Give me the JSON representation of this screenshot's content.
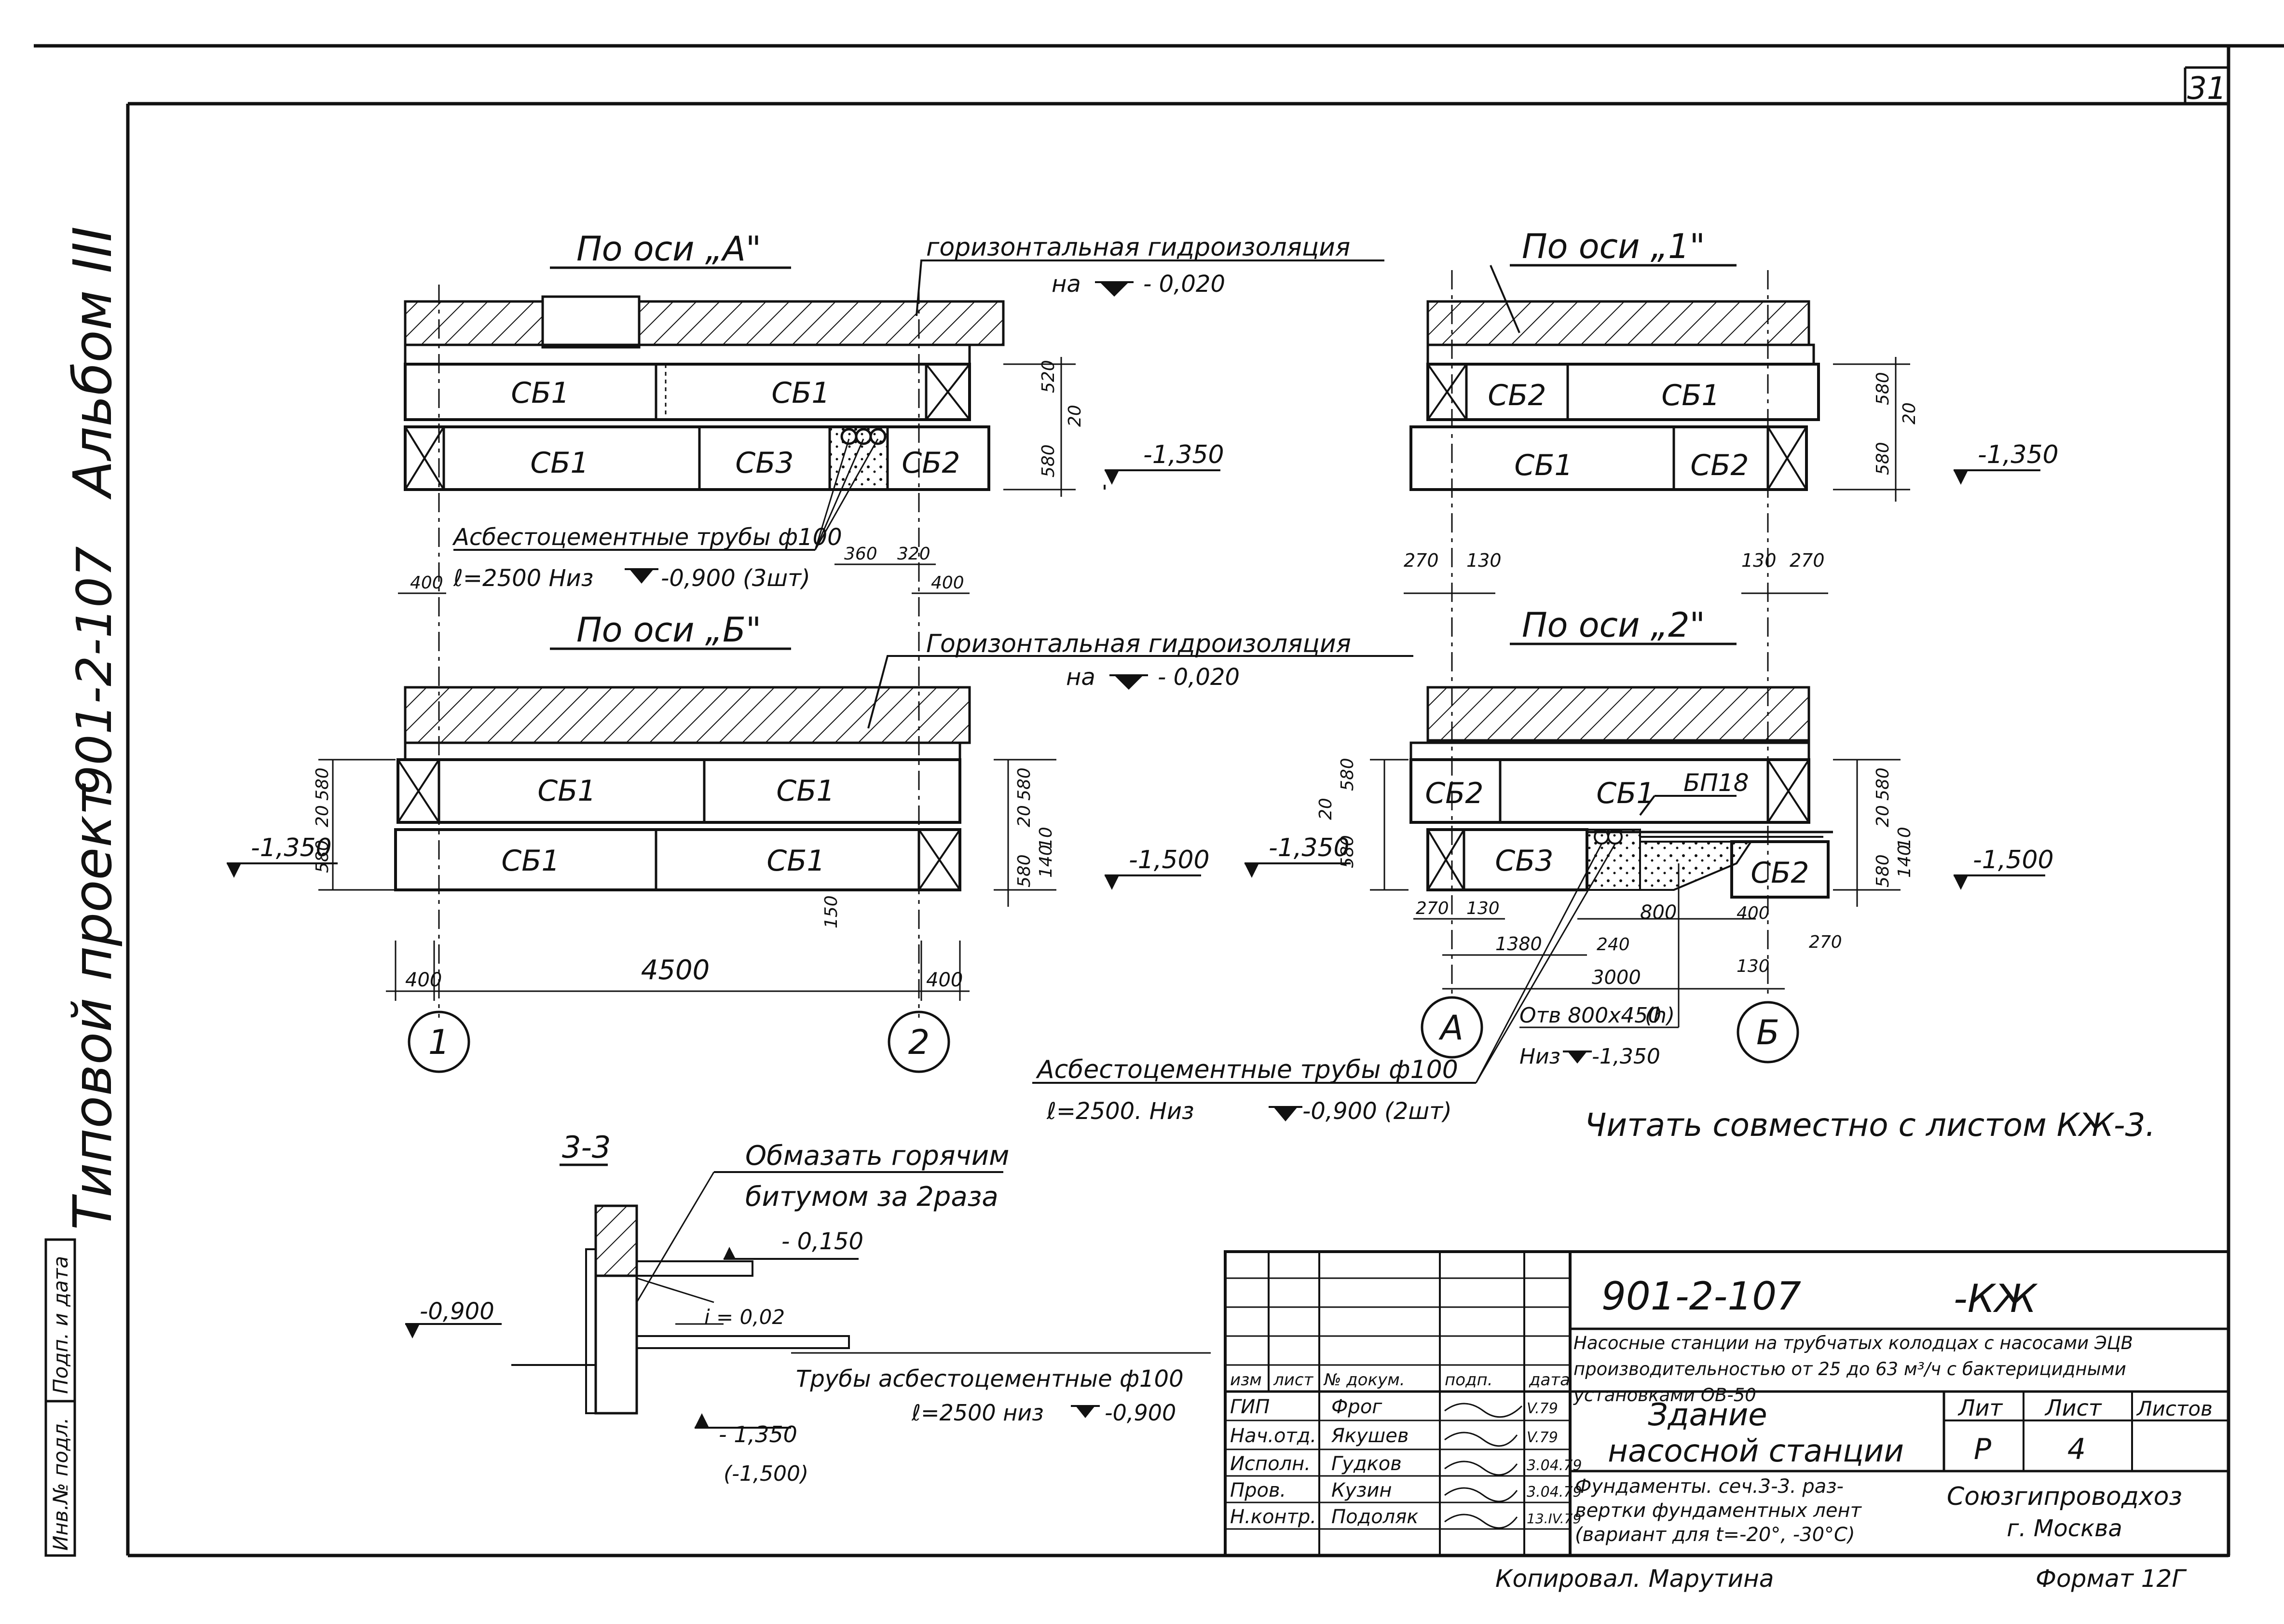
{
  "sheet_number": "31",
  "side_title": {
    "project": "Типовой проект",
    "number": "901-2-107",
    "album": "Альбом III"
  },
  "side_block": {
    "sign_date": "Подп. и дата",
    "inv": "Инв.№ подл."
  },
  "sections": {
    "axis_A": {
      "title": "По оси „А\"",
      "blocks": [
        "СБ1",
        "СБ1",
        "СБ1",
        "СБ3",
        "СБ2"
      ],
      "waterproof": "горизонтальная гидроизоляция",
      "waterproof_level": "на",
      "waterproof_value": "- 0,020",
      "level": "-1,350",
      "pipes_note": "Асбестоцементные трубы ф100",
      "pipes_note2": "ℓ=2500  Низ",
      "pipes_level": "-0,900 (3шт)",
      "dims": [
        "400",
        "360",
        "320",
        "400"
      ],
      "vdims": [
        "520",
        "20",
        "580"
      ]
    },
    "axis_1": {
      "title": "По оси „1\"",
      "blocks": [
        "СБ2",
        "СБ1",
        "СБ1",
        "СБ2"
      ],
      "level": "-1,350",
      "dims": [
        "270",
        "130",
        "130",
        "270"
      ],
      "vdims": [
        "580",
        "20",
        "580"
      ]
    },
    "axis_B": {
      "title": "По оси „Б\"",
      "blocks": [
        "СБ1",
        "СБ1",
        "СБ1",
        "СБ1"
      ],
      "waterproof": "Горизонтальная гидроизоляция",
      "waterproof_level": "на",
      "waterproof_value": "- 0,020",
      "level_left": "-1,350",
      "level_right": "-1,500",
      "dims": [
        "400",
        "4500",
        "400"
      ],
      "vdims_left": [
        "580",
        "20",
        "580"
      ],
      "vdims_right": [
        "580",
        "20",
        "10",
        "140",
        "580"
      ],
      "dim_150": "150"
    },
    "axis_2": {
      "title": "По оси „2\"",
      "blocks": [
        "СБ2",
        "СБ1",
        "БП18",
        "СБ3",
        "СБ2"
      ],
      "level_left": "-1,350",
      "level_right": "-1,500",
      "dims_row1": [
        "270",
        "130",
        "800",
        "400",
        "270"
      ],
      "dims_row2": [
        "1380",
        "240",
        "3000",
        "130"
      ],
      "opening": "Отв 800х450",
      "opening_h": "(h)",
      "opening_level": "Низ",
      "opening_level_val": "-1,350",
      "vdims_left": [
        "580",
        "20",
        "580"
      ],
      "vdims_right": [
        "580",
        "20",
        "10",
        "140",
        "580"
      ]
    }
  },
  "axes": [
    "1",
    "2",
    "А",
    "Б"
  ],
  "pipes_note_2": {
    "line1": "Асбестоцементные трубы ф100",
    "line2": "ℓ=2500. Низ",
    "level": "-0,900 (2шт)"
  },
  "read_note": "Читать совместно с листом КЖ-3.",
  "section_33": {
    "title": "3-3",
    "note1": "Обмазать горячим",
    "note2": "битумом за 2раза",
    "lvl1": "- 0,150",
    "lvl2": "-0,900",
    "slope": "i = 0,02",
    "pipes": "Трубы асбестоцементные ф100",
    "pipes2": "ℓ=2500   низ",
    "pipes_lvl": "-0,900",
    "lvl3": "- 1,350",
    "lvl4": "(-1,500)"
  },
  "title_block": {
    "code": "901-2-107",
    "mark": "-КЖ",
    "desc1": "Насосные станции на трубчатых колодцах с насосами ЭЦВ производительностью от 25 до 63 м³/ч с бактерицидными установками ОВ-50",
    "building1": "Здание",
    "building2": "насосной станции",
    "sheet_desc1": "Фундаменты. сеч.3-3. раз-",
    "sheet_desc2": "вертки фундаментных лент",
    "sheet_desc3": "(вариант для t=-20°, -30°С)",
    "lit_h": "Лит",
    "list_h": "Лист",
    "listov_h": "Листов",
    "lit": "Р",
    "list": "4",
    "org1": "Союзгипроводхоз",
    "org2": "г. Москва",
    "headers": [
      "изм",
      "лист",
      "№ докум.",
      "подп.",
      "дата"
    ],
    "rows": [
      {
        "role": "ГИП",
        "name": "Фрог",
        "date": "V.79"
      },
      {
        "role": "Нач.отд.",
        "name": "Якушев",
        "date": "V.79"
      },
      {
        "role": "Исполн.",
        "name": "Гудков",
        "date": "3.04.79"
      },
      {
        "role": "Пров.",
        "name": "Кузин",
        "date": "3.04.79"
      },
      {
        "role": "Н.контр.",
        "name": "Подоляк",
        "date": "13.IV.79"
      }
    ]
  },
  "copied": "Копировал. Марутина",
  "format": "Формат 12Г"
}
